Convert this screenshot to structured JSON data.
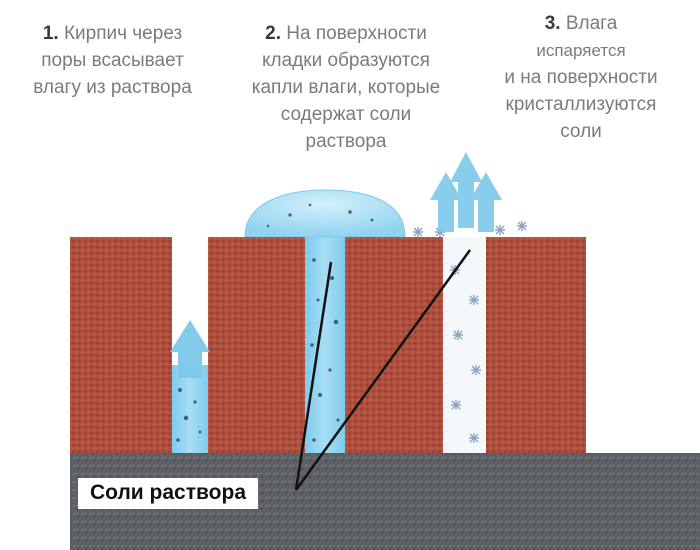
{
  "captions": {
    "step1": {
      "number": "1.",
      "lines": [
        "Кирпич через",
        "поры всасывает",
        "влагу из раствора"
      ]
    },
    "step2": {
      "number": "2.",
      "lines": [
        "На поверхности",
        "кладки образуются",
        "капли влаги, которые",
        "содержат соли",
        "раствора"
      ]
    },
    "step3": {
      "number": "3.",
      "lines": [
        "Влага",
        "испаряется",
        "и на поверхности",
        "кристаллизуются",
        "соли"
      ]
    }
  },
  "salt_label": "Соли раствора",
  "colors": {
    "brick": "#b0503f",
    "brick_dark": "#8a3528",
    "mortar": "#5a5e63",
    "water": "#8fd3f0",
    "arrow": "#7cc8ea",
    "caption_text": "#7b7b7b",
    "number_text": "#3a3a3a"
  },
  "icons": [
    "arrow-up-icon",
    "salt-crystal-icon"
  ]
}
